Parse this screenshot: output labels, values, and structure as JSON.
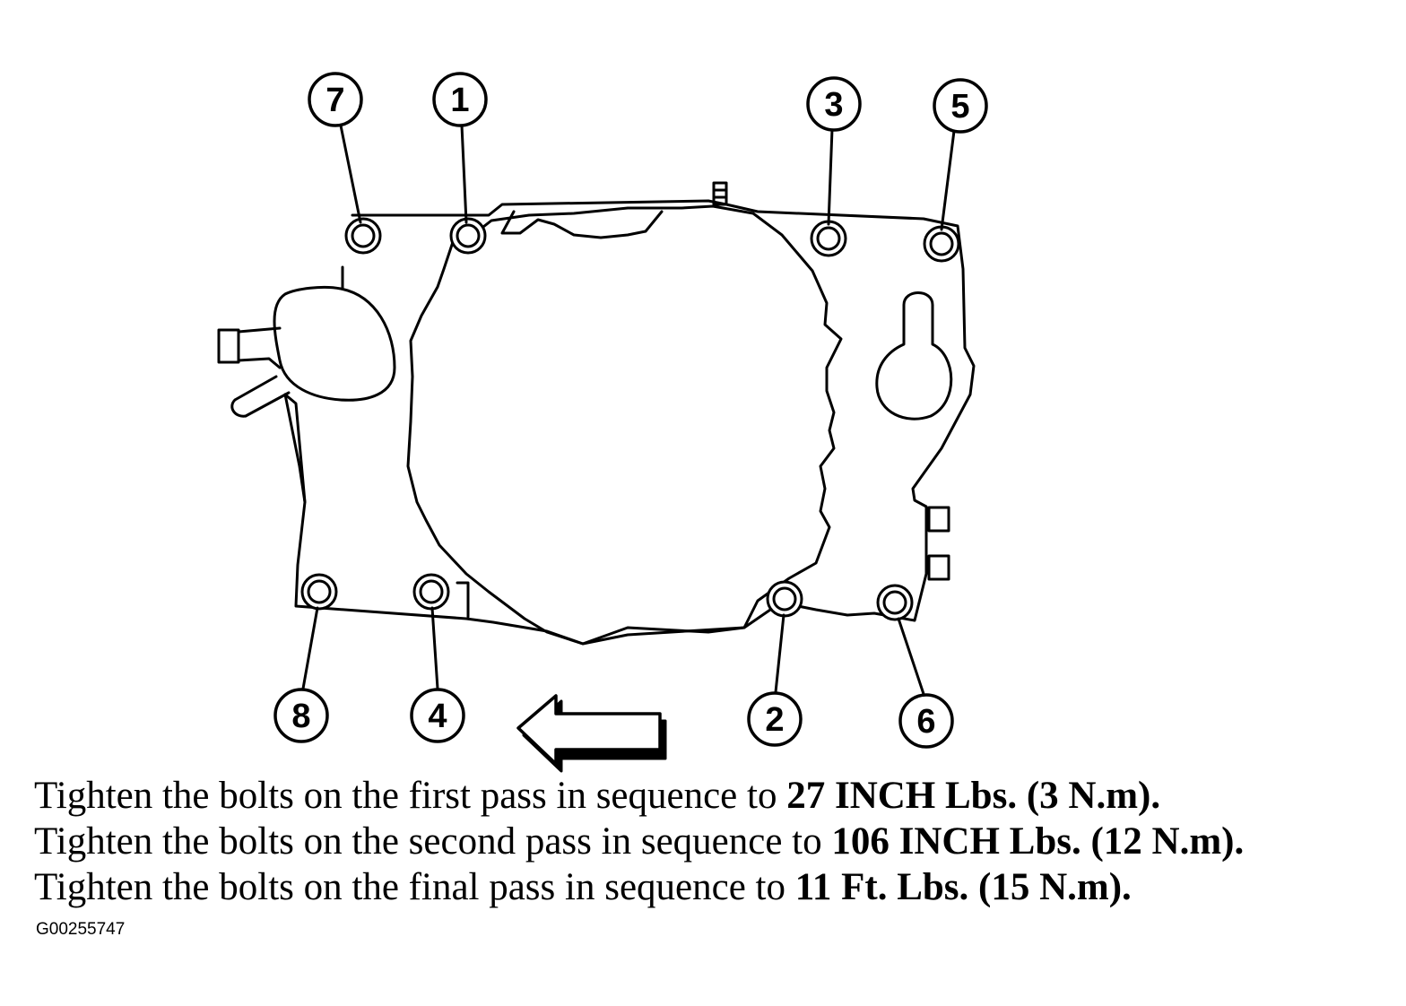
{
  "diagram": {
    "callouts": [
      {
        "label": "7",
        "bolt": "upper-left-outer"
      },
      {
        "label": "1",
        "bolt": "upper-left-inner"
      },
      {
        "label": "3",
        "bolt": "upper-right-inner"
      },
      {
        "label": "5",
        "bolt": "upper-right-outer"
      },
      {
        "label": "8",
        "bolt": "lower-left-outer"
      },
      {
        "label": "4",
        "bolt": "lower-left-inner"
      },
      {
        "label": "2",
        "bolt": "lower-right-inner"
      },
      {
        "label": "6",
        "bolt": "lower-right-outer"
      }
    ],
    "arrow_direction": "left",
    "colors": {
      "ink": "#000000",
      "paper": "#ffffff"
    }
  },
  "instructions": [
    {
      "text": "Tighten the bolts on the first pass in sequence to ",
      "bold": "27 INCH Lbs. (3 N.m)."
    },
    {
      "text": "Tighten the bolts on the second pass in sequence to ",
      "bold": "106 INCH Lbs. (12 N.m)."
    },
    {
      "text": "Tighten the bolts on the final pass in sequence to ",
      "bold": "11 Ft. Lbs. (15 N.m)."
    }
  ],
  "figure_id": "G00255747"
}
